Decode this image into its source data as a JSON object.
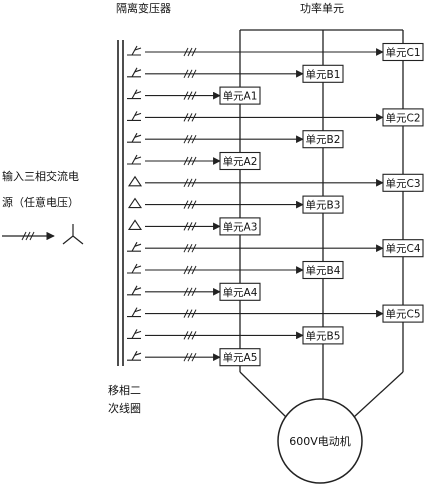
{
  "labels": {
    "transformer": "隔离变压器",
    "power_units": "功率单元",
    "input_line1": "输入三相交流电",
    "input_line2": "源（任意电压）",
    "secondary_line1": "移相二",
    "secondary_line2": "次线圈",
    "motor": "600V电动机"
  },
  "windings": [
    {
      "id": "w1",
      "symbol": "zigzag",
      "target": "单元C1"
    },
    {
      "id": "w2",
      "symbol": "zigzag",
      "target": "单元B1"
    },
    {
      "id": "w3",
      "symbol": "zigzag",
      "target": "单元A1"
    },
    {
      "id": "w4",
      "symbol": "zigzag",
      "target": "单元C2"
    },
    {
      "id": "w5",
      "symbol": "zigzag",
      "target": "单元B2"
    },
    {
      "id": "w6",
      "symbol": "zigzag",
      "target": "单元A2"
    },
    {
      "id": "w7",
      "symbol": "delta",
      "target": "单元C3"
    },
    {
      "id": "w8",
      "symbol": "delta",
      "target": "单元B3"
    },
    {
      "id": "w9",
      "symbol": "delta",
      "target": "单元A3"
    },
    {
      "id": "w10",
      "symbol": "zigzag",
      "target": "单元C4"
    },
    {
      "id": "w11",
      "symbol": "zigzag",
      "target": "单元B4"
    },
    {
      "id": "w12",
      "symbol": "zigzag",
      "target": "单元A4"
    },
    {
      "id": "w13",
      "symbol": "zigzag",
      "target": "单元C5"
    },
    {
      "id": "w14",
      "symbol": "zigzag",
      "target": "单元B5"
    },
    {
      "id": "w15",
      "symbol": "zigzag",
      "target": "单元A5"
    }
  ],
  "units": {
    "A": [
      "单元A1",
      "单元A2",
      "单元A3",
      "单元A4",
      "单元A5"
    ],
    "B": [
      "单元B1",
      "单元B2",
      "单元B3",
      "单元B4",
      "单元B5"
    ],
    "C": [
      "单元C1",
      "单元C2",
      "单元C3",
      "单元C4",
      "单元C5"
    ]
  }
}
